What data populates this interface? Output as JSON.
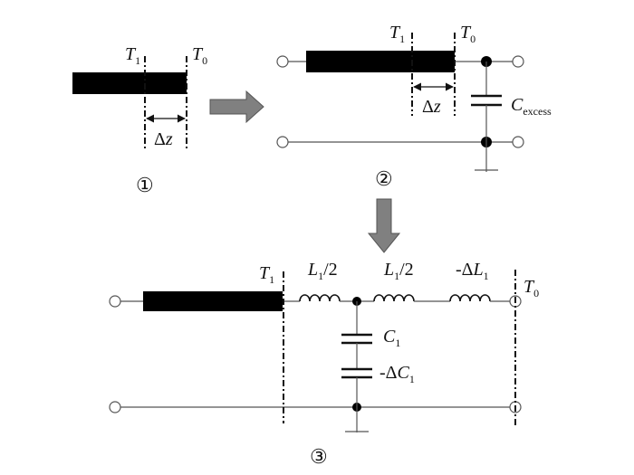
{
  "step1": {
    "ref_left": {
      "main": "T",
      "sub": "1"
    },
    "ref_right": {
      "main": "T",
      "sub": "0"
    },
    "dz": {
      "delta": "Δ",
      "var": "z"
    },
    "step_label": "①"
  },
  "step2": {
    "ref_left": {
      "main": "T",
      "sub": "1"
    },
    "ref_right": {
      "main": "T",
      "sub": "0"
    },
    "dz": {
      "delta": "Δ",
      "var": "z"
    },
    "cap": {
      "main": "C",
      "sub": "excess"
    },
    "step_label": "②"
  },
  "step3": {
    "ref_left": {
      "main": "T",
      "sub": "1"
    },
    "ref_right": {
      "main": "T",
      "sub": "0"
    },
    "l_a": {
      "main": "L",
      "sub": "1",
      "tail": "/2"
    },
    "l_b": {
      "main": "L",
      "sub": "1",
      "tail": "/2"
    },
    "l_c": {
      "pre": "-Δ",
      "main": "L",
      "sub": "1"
    },
    "c_a": {
      "main": "C",
      "sub": "1"
    },
    "c_b": {
      "pre": "-Δ",
      "main": "C",
      "sub": "1"
    },
    "step_label": "③"
  },
  "colors": {
    "arrow_fill": "#808080",
    "line": "#555555",
    "bar": "#000000"
  }
}
